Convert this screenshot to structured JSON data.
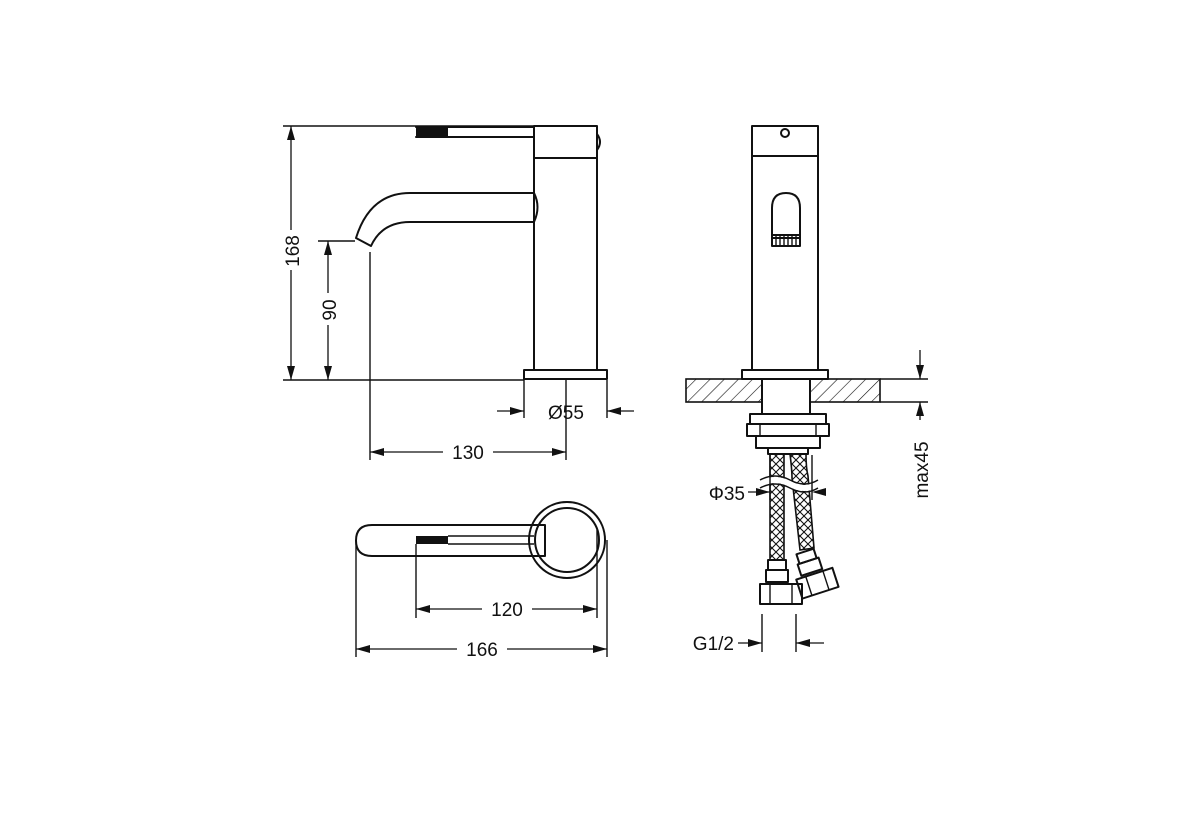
{
  "dimensions": {
    "height_total": "168",
    "spout_height": "90",
    "spout_reach": "130",
    "base_diameter": "Ø55",
    "lever_length": "120",
    "overall_length": "166",
    "hole_diameter": "Φ35",
    "max_thickness": "max45",
    "connection": "G1/2"
  },
  "colors": {
    "line": "#111111",
    "background": "#ffffff"
  }
}
